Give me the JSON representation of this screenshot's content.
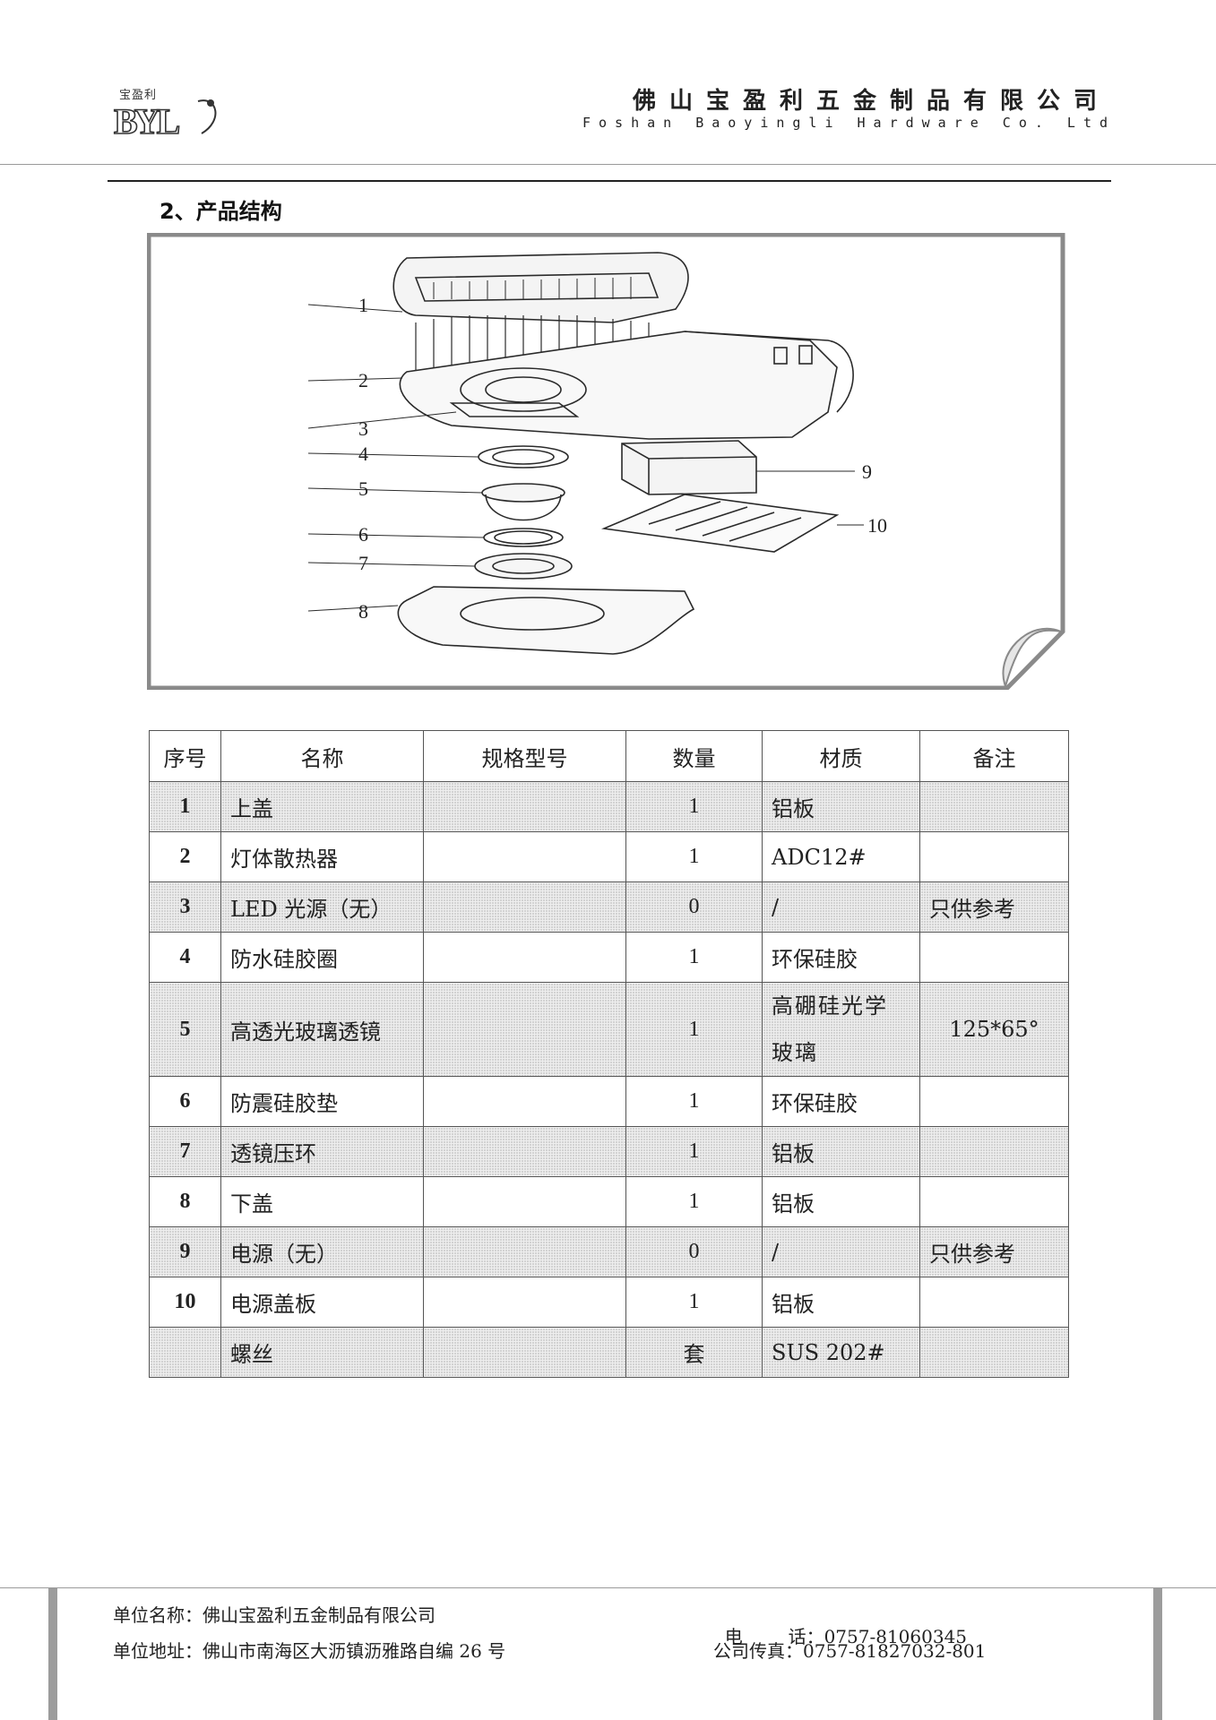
{
  "header": {
    "logo_cn": "宝盈利",
    "logo_mark": "BYL",
    "company_cn": "佛山宝盈利五金制品有限公司",
    "company_en": "Foshan Baoyingli Hardware Co. Ltd"
  },
  "section": {
    "title": "2、产品结构"
  },
  "figure": {
    "callouts": [
      "1",
      "2",
      "3",
      "4",
      "5",
      "6",
      "7",
      "8",
      "9",
      "10"
    ]
  },
  "table": {
    "headers": [
      "序号",
      "名称",
      "规格型号",
      "数量",
      "材质",
      "备注"
    ],
    "rows": [
      {
        "no": "1",
        "name": "上盖",
        "spec": "",
        "qty": "1",
        "material": "铝板",
        "note": ""
      },
      {
        "no": "2",
        "name": "灯体散热器",
        "spec": "",
        "qty": "1",
        "material": "ADC12#",
        "note": ""
      },
      {
        "no": "3",
        "name": "LED 光源（无）",
        "spec": "",
        "qty": "0",
        "material": "/",
        "note": "只供参考"
      },
      {
        "no": "4",
        "name": "防水硅胶圈",
        "spec": "",
        "qty": "1",
        "material": "环保硅胶",
        "note": ""
      },
      {
        "no": "5",
        "name": "高透光玻璃透镜",
        "spec": "",
        "qty": "1",
        "material": "高硼硅光学玻璃",
        "note": "125*65°"
      },
      {
        "no": "6",
        "name": "防震硅胶垫",
        "spec": "",
        "qty": "1",
        "material": "环保硅胶",
        "note": ""
      },
      {
        "no": "7",
        "name": "透镜压环",
        "spec": "",
        "qty": "1",
        "material": "铝板",
        "note": ""
      },
      {
        "no": "8",
        "name": "下盖",
        "spec": "",
        "qty": "1",
        "material": "铝板",
        "note": ""
      },
      {
        "no": "9",
        "name": "电源（无）",
        "spec": "",
        "qty": "0",
        "material": "/",
        "note": "只供参考"
      },
      {
        "no": "10",
        "name": "电源盖板",
        "spec": "",
        "qty": "1",
        "material": "铝板",
        "note": ""
      },
      {
        "no": "",
        "name": "螺丝",
        "spec": "",
        "qty": "套",
        "material": "SUS 202#",
        "note": ""
      }
    ]
  },
  "footer": {
    "company_label": "单位名称：",
    "company_value": "佛山宝盈利五金制品有限公司",
    "address_label": "单位地址：",
    "address_value": "佛山市南海区大沥镇沥雅路自编 26 号",
    "phone_label": "电        话：",
    "phone_value": "0757-81060345",
    "fax_label": "公司传真：",
    "fax_value": "0757-81827032-801"
  }
}
